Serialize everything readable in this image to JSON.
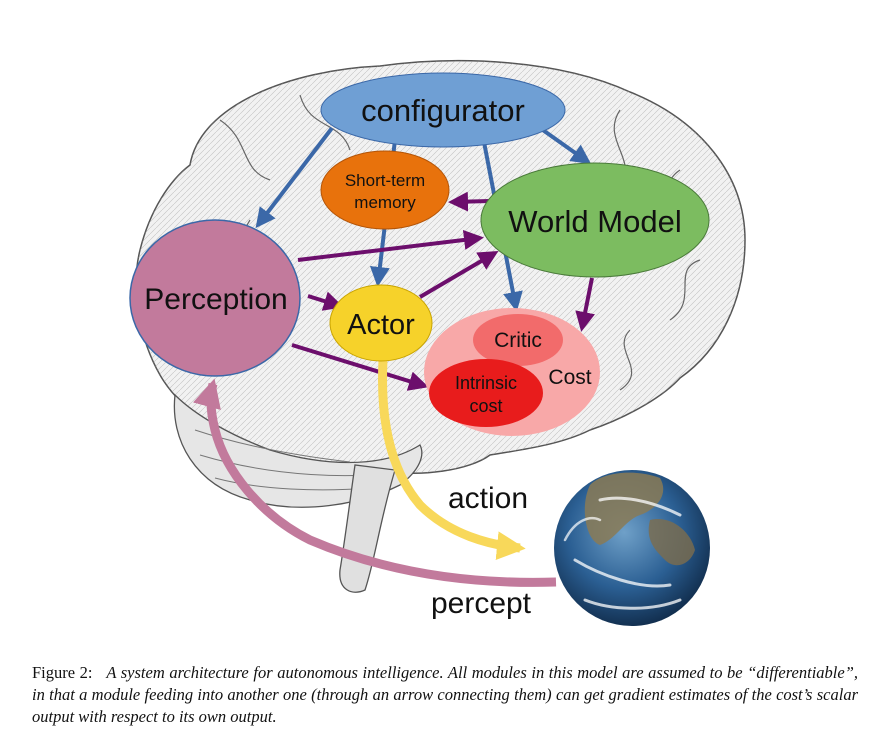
{
  "diagram": {
    "nodes": {
      "configurator": "configurator",
      "short_term_memory_line1": "Short-term",
      "short_term_memory_line2": "memory",
      "world_model": "World Model",
      "perception": "Perception",
      "actor": "Actor",
      "critic": "Critic",
      "cost": "Cost",
      "intrinsic_cost_line1": "Intrinsic",
      "intrinsic_cost_line2": "cost"
    },
    "edge_labels": {
      "action": "action",
      "percept": "percept"
    },
    "colors": {
      "configurator": "#6f9fd4",
      "short_term_memory": "#e8720c",
      "world_model": "#7cbc60",
      "perception": "#c27a9c",
      "actor": "#f6d22a",
      "cost": "#f8a8a8",
      "critic": "#f26b6b",
      "intrinsic_cost": "#e81c1c",
      "configurator_arrow": "#3b68a8",
      "data_arrow": "#6c0e6c",
      "action_arrow": "#f8d85a",
      "percept_arrow": "#c27a9c"
    },
    "icons": [
      "brain-illustration",
      "earth-globe"
    ]
  },
  "caption": {
    "label": "Figure 2:",
    "text": "A system architecture for autonomous intelligence. All modules in this model are assumed to be “differentiable”, in that a module feeding into another one (through an arrow connecting them) can get gradient estimates of the cost’s scalar output with respect to its own output."
  }
}
